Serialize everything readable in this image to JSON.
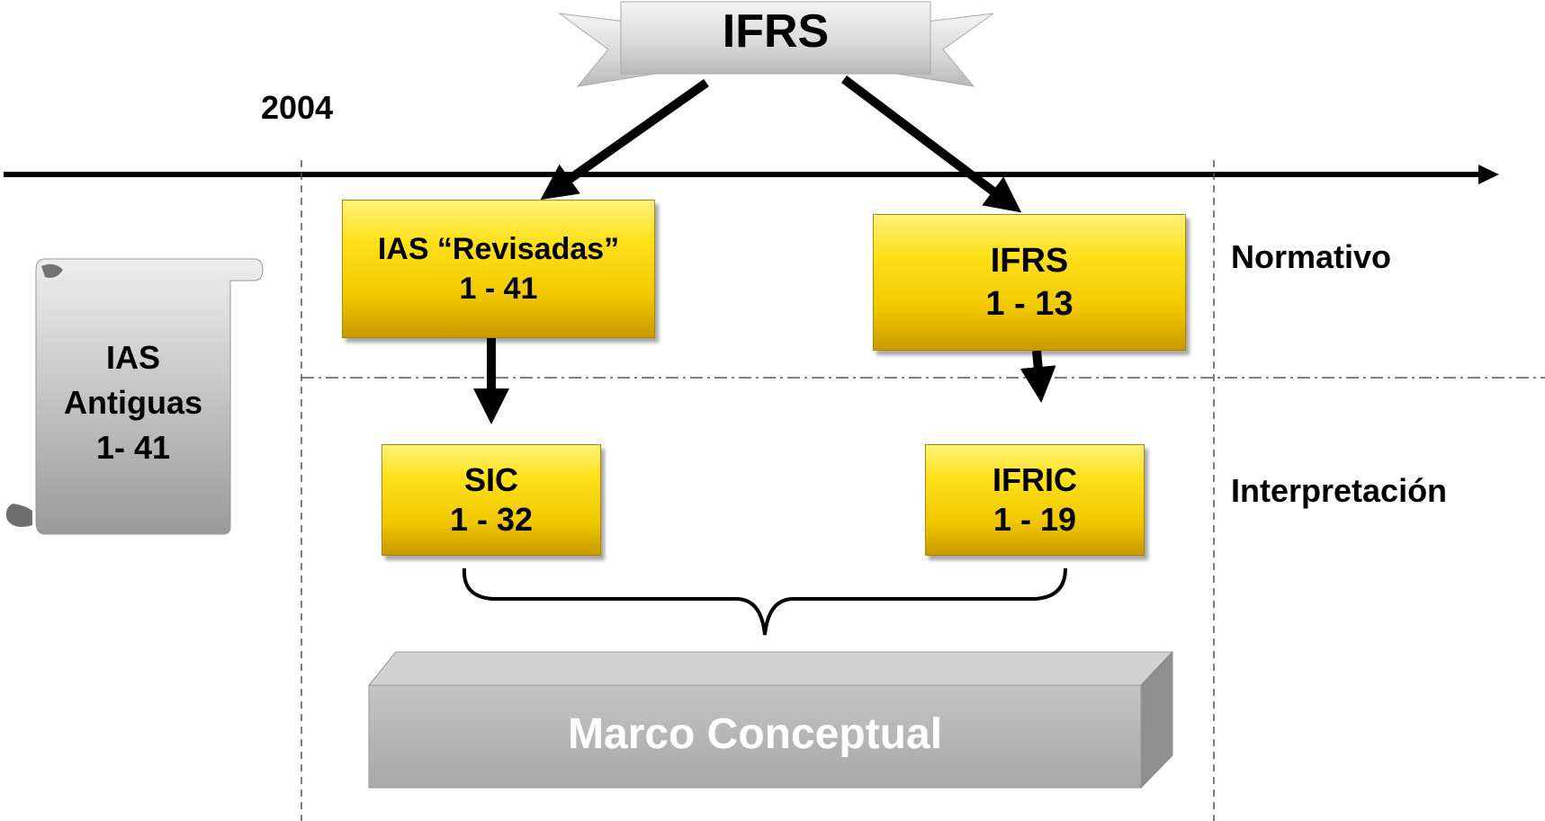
{
  "banner": {
    "title": "IFRS"
  },
  "timeline": {
    "year": "2004"
  },
  "old_standards": {
    "line1": "IAS",
    "line2": "Antiguas",
    "line3": "1- 41"
  },
  "boxes": {
    "ias_revised": {
      "line1": "IAS “Revisadas”",
      "line2": "1 - 41"
    },
    "ifrs": {
      "line1": "IFRS",
      "line2": "1 - 13"
    },
    "sic": {
      "line1": "SIC",
      "line2": "1 - 32"
    },
    "ifric": {
      "line1": "IFRIC",
      "line2": "1 - 19"
    }
  },
  "rows": {
    "normative": "Normativo",
    "interpretation": "Interpretación"
  },
  "framework": {
    "label": "Marco Conceptual"
  },
  "colors": {
    "box_yellow": "#ffe11a",
    "framework_gray": "#b3b3b3",
    "line": "#000000"
  }
}
